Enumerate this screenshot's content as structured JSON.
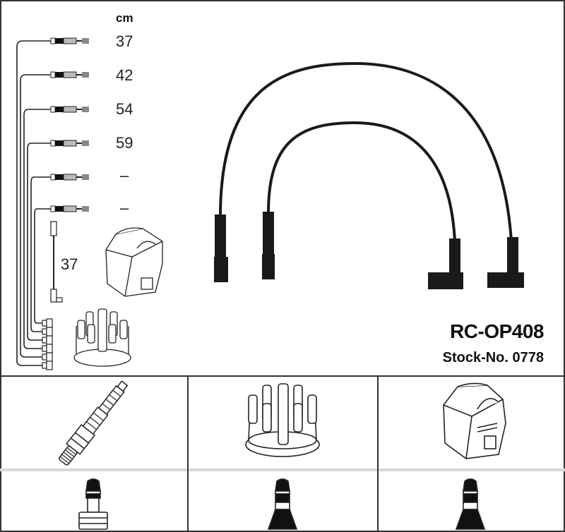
{
  "product": {
    "code": "RC-OP408",
    "stock_label": "Stock-No. 0778"
  },
  "lengths": {
    "unit": "cm",
    "cables": [
      "37",
      "42",
      "54",
      "59",
      "–",
      "–"
    ],
    "coil_lead": "37"
  },
  "applications": {
    "top_row": [
      {
        "icon": "spark-plug-icon"
      },
      {
        "icon": "distributor-cap-icon"
      },
      {
        "icon": "ignition-coil-icon"
      }
    ],
    "bottom_row": [
      {
        "icon": "plug-boot-straight-icon"
      },
      {
        "icon": "plug-boot-tapered-icon"
      },
      {
        "icon": "plug-boot-tapered-icon"
      }
    ]
  },
  "colors": {
    "line": "#333333",
    "cable": "#1a1a1a",
    "divider_gray": "#d9d9d9"
  }
}
